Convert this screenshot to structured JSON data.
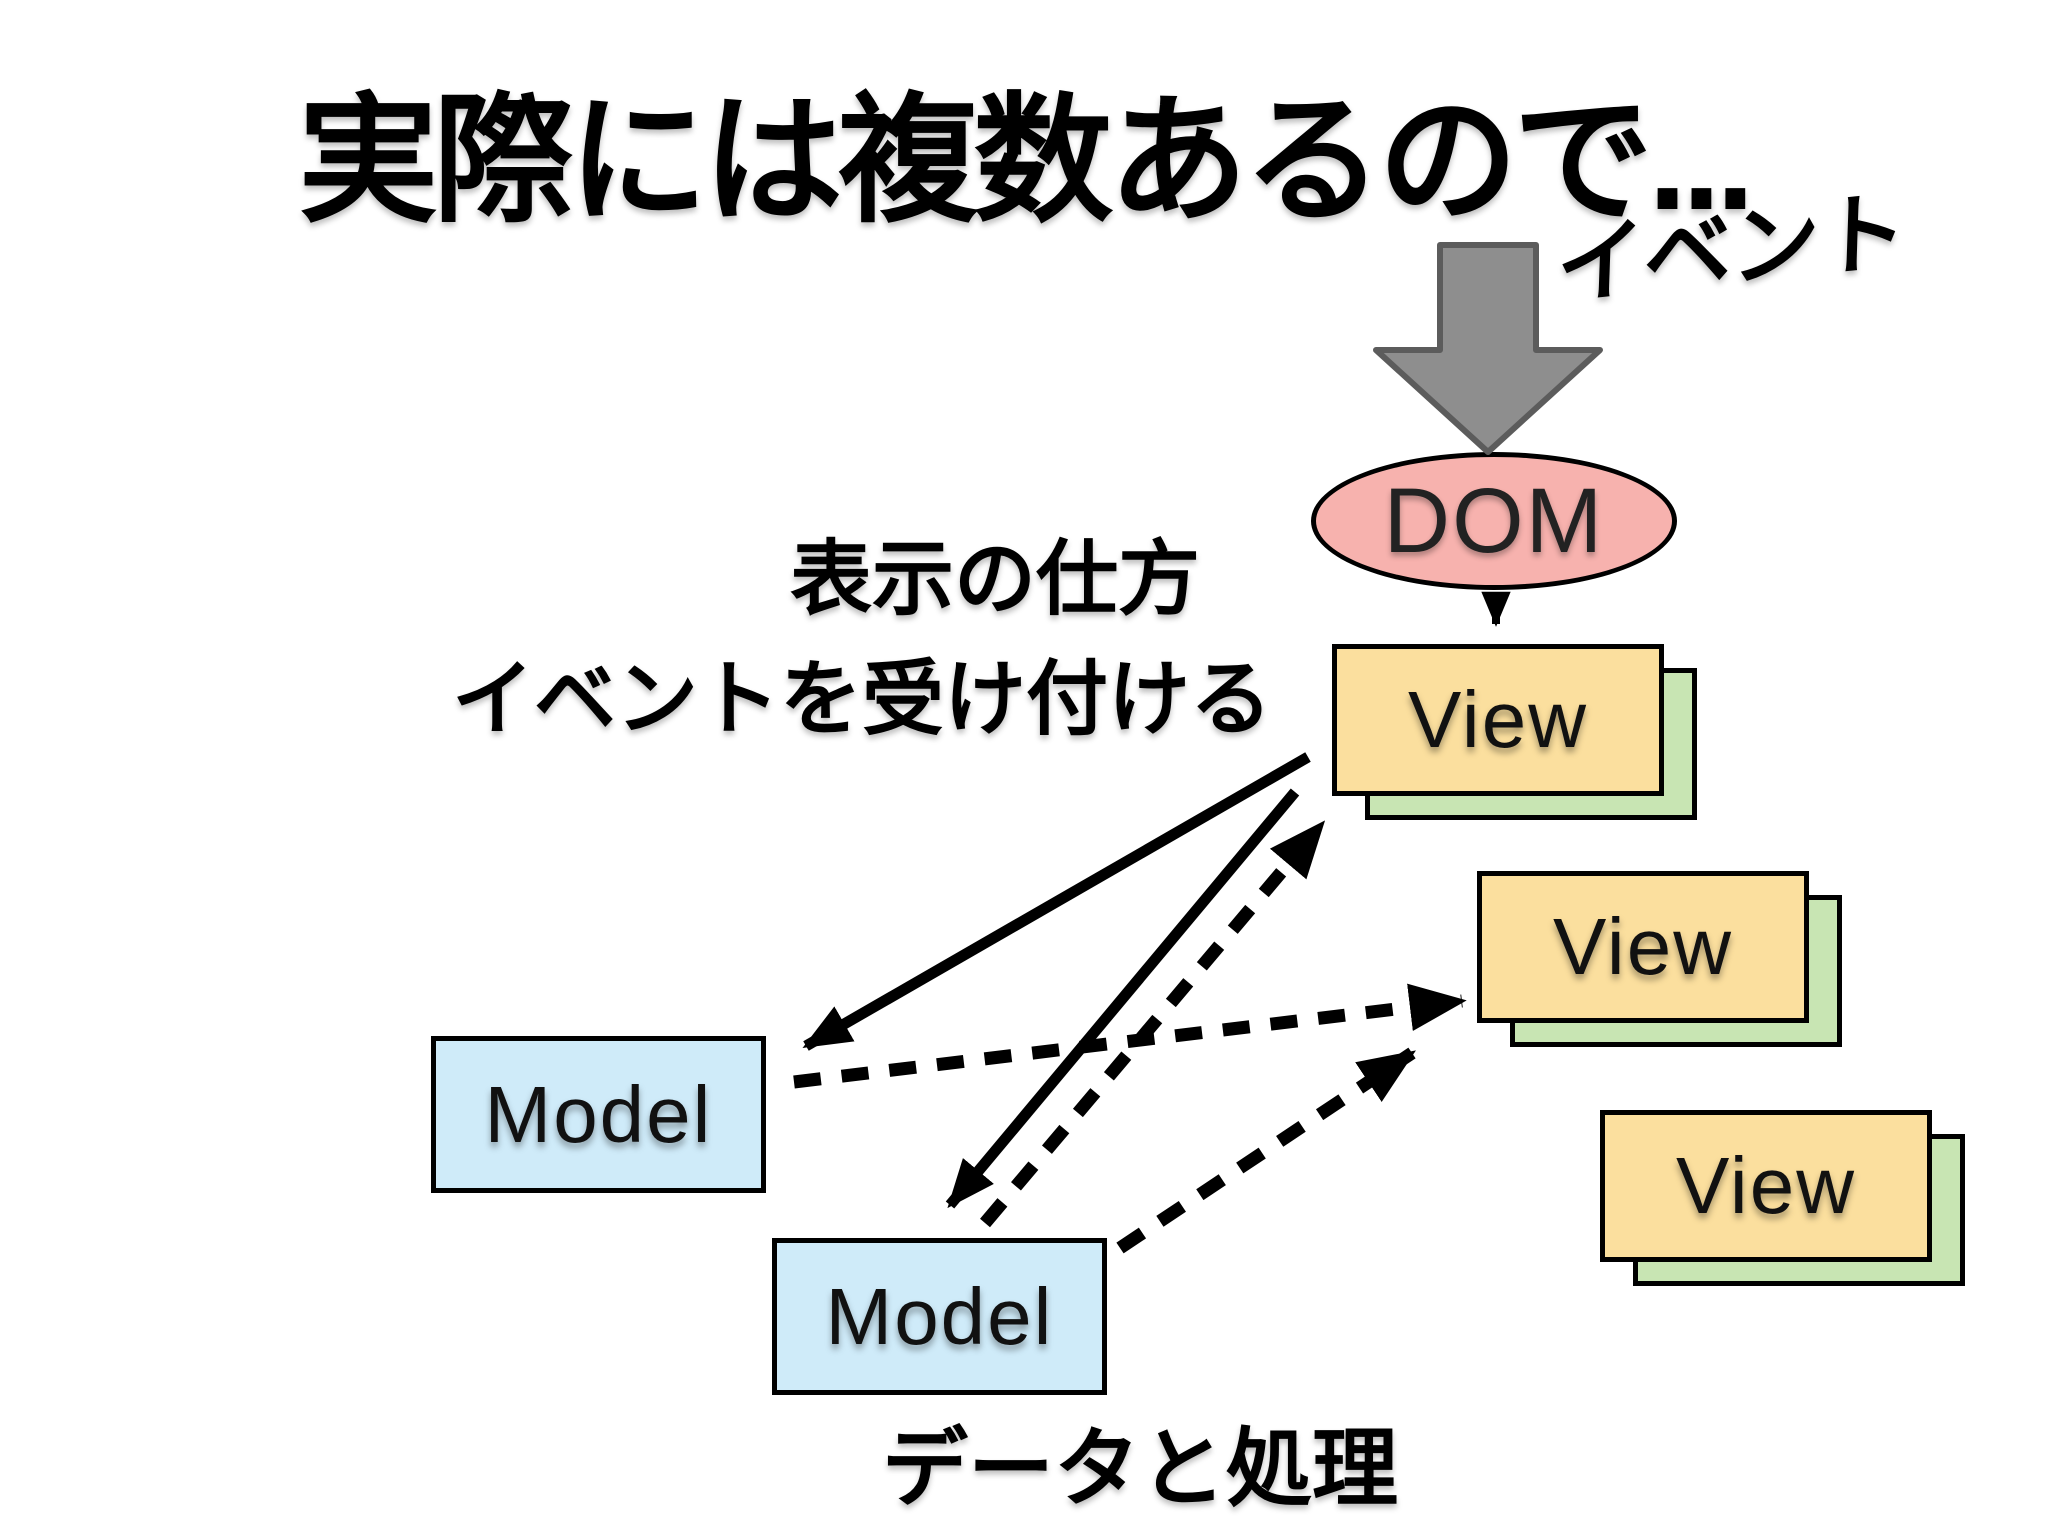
{
  "slide": {
    "title": "実際には複数あるので...",
    "background": "#ffffff"
  },
  "annotations": {
    "event_label": "イベント",
    "view_note_line1": "表示の仕方",
    "view_note_line2": "イベントを受け付ける",
    "model_note": "データと処理"
  },
  "nodes": {
    "dom": {
      "label": "DOM",
      "fill": "#f7b2ae"
    },
    "view1": {
      "label": "View",
      "fill": "#fbdf9e",
      "shadow_fill": "#c8e5b3"
    },
    "view2": {
      "label": "View",
      "fill": "#fbdf9e",
      "shadow_fill": "#c8e5b3"
    },
    "view3": {
      "label": "View",
      "fill": "#fbdf9e",
      "shadow_fill": "#c8e5b3"
    },
    "model1": {
      "label": "Model",
      "fill": "#cfebf9"
    },
    "model2": {
      "label": "Model",
      "fill": "#cfebf9"
    }
  },
  "colors": {
    "event_arrow_fill": "#8e8e8e",
    "event_arrow_border": "#5c5c5c",
    "connector": "#000000",
    "node_border": "#000000",
    "text": "#000000"
  },
  "connections": [
    {
      "from": "view1",
      "to": "model1",
      "style": "solid"
    },
    {
      "from": "view1",
      "to": "model2",
      "style": "solid"
    },
    {
      "from": "model2",
      "to": "view1",
      "style": "dashed"
    },
    {
      "from": "model1",
      "to": "view2",
      "style": "dashed"
    },
    {
      "from": "model2",
      "to": "view2",
      "style": "dashed"
    },
    {
      "from": "dom",
      "to": "view1",
      "style": "solid"
    },
    {
      "from": "event",
      "to": "dom",
      "style": "block-arrow"
    }
  ]
}
